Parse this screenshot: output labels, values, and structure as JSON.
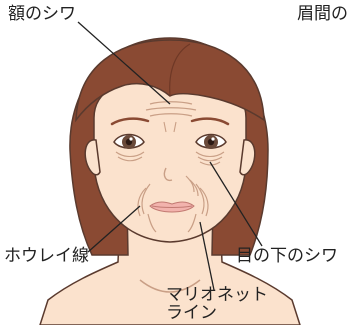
{
  "labels": {
    "forehead_wrinkles": "額のシワ",
    "glabella_wrinkles": "眉間の",
    "nasolabial_line": "ホウレイ線",
    "under_eye_wrinkles": "目の下のシワ",
    "marionette_line_1": "マリオネット",
    "marionette_line_2": "ライン"
  },
  "colors": {
    "hair": "#8a4a33",
    "hair_dark": "#6e3826",
    "skin": "#fbe2cd",
    "skin_shadow": "#f3cdb2",
    "lips": "#f2b3ad",
    "iris": "#6a4a3a",
    "outline": "#5a3a2e",
    "wrinkle": "#c99f86",
    "leader_line": "#222222"
  }
}
